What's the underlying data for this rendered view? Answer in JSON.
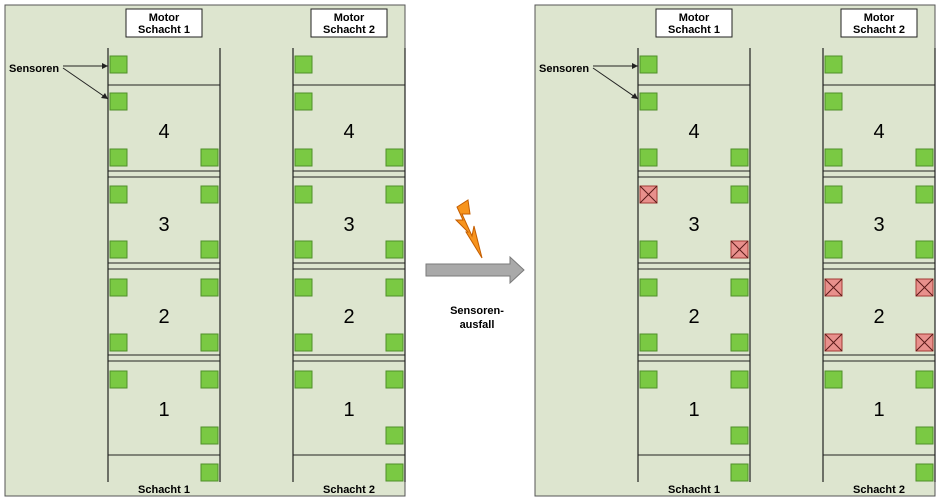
{
  "panels": [
    {
      "id": "before",
      "shafts": [
        {
          "motor": [
            "Motor",
            "Schacht 1"
          ],
          "label": "Schacht 1",
          "floors": [
            "4",
            "3",
            "2",
            "1"
          ],
          "failed": []
        },
        {
          "motor": [
            "Motor",
            "Schacht 2"
          ],
          "label": "Schacht 2",
          "floors": [
            "4",
            "3",
            "2",
            "1"
          ],
          "failed": []
        }
      ],
      "sensor_label": "Sensoren"
    },
    {
      "id": "after",
      "shafts": [
        {
          "motor": [
            "Motor",
            "Schacht 1"
          ],
          "label": "Schacht 1",
          "floors": [
            "4",
            "3",
            "2",
            "1"
          ],
          "failed": [
            "3L-top",
            "3R-bottom"
          ]
        },
        {
          "motor": [
            "Motor",
            "Schacht 2"
          ],
          "label": "Schacht 2",
          "floors": [
            "4",
            "3",
            "2",
            "1"
          ],
          "failed": [
            "2L-top",
            "2R-top",
            "2L-bottom",
            "2R-bottom"
          ]
        }
      ],
      "sensor_label": "Sensoren"
    }
  ],
  "transition": {
    "caption_line1": "Sensoren-",
    "caption_line2": "ausfall"
  },
  "colors": {
    "sensor_ok": "#7ac943",
    "sensor_failed": "#e8908c",
    "background": "#dde5cf",
    "bolt": "#f7941d"
  }
}
